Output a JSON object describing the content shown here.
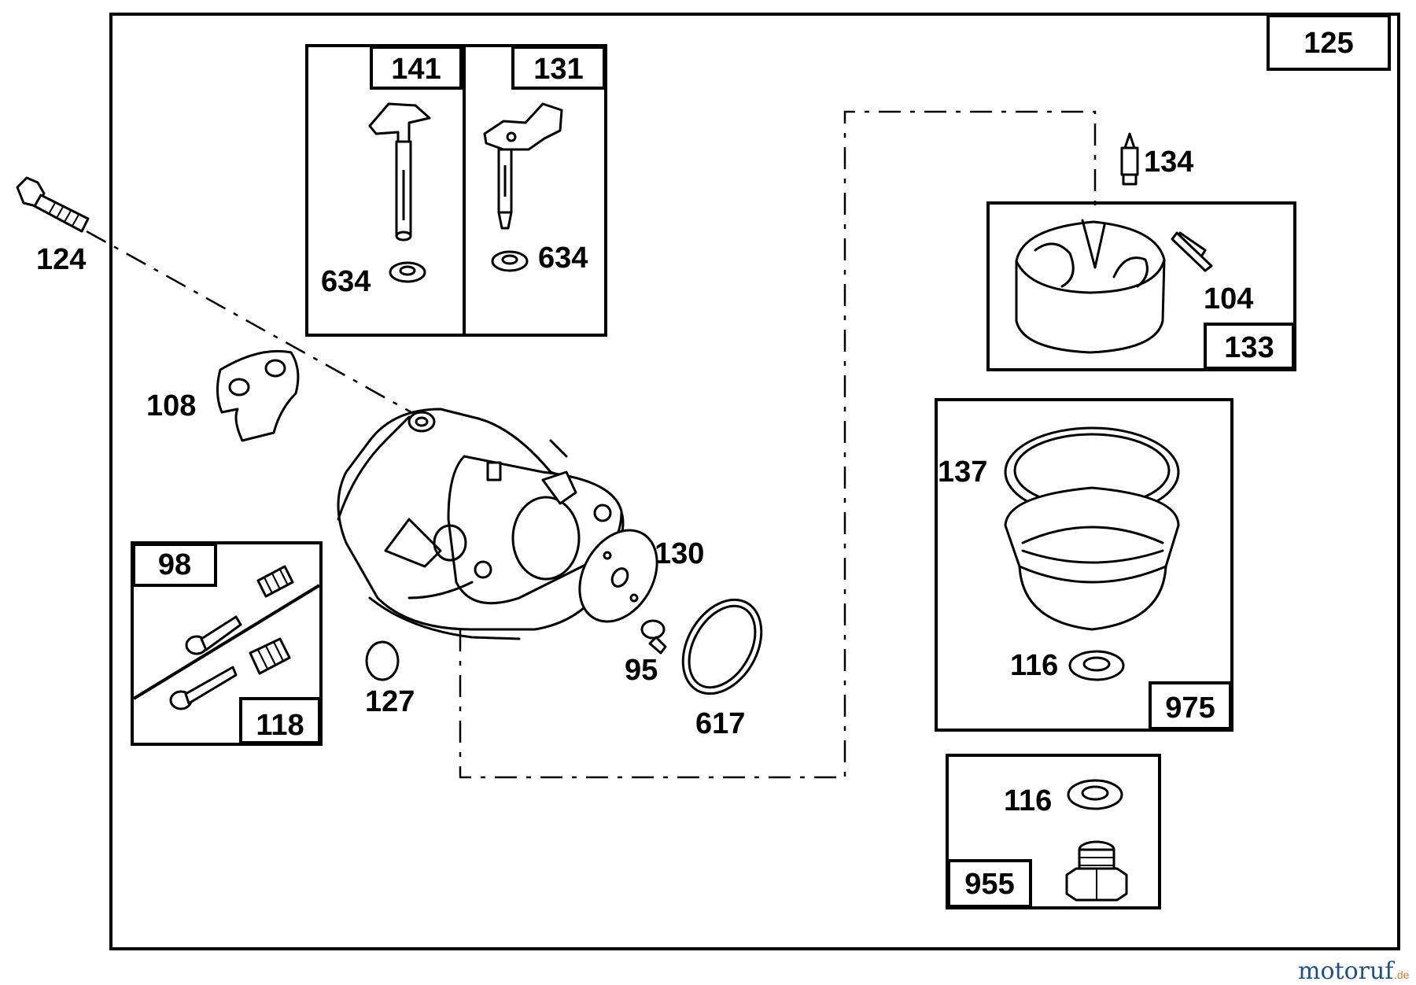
{
  "diagram": {
    "assembly_number": "125",
    "kits": {
      "k141": "141",
      "k131": "131",
      "k133": "133",
      "k975": "975",
      "k955": "955",
      "k98": "98",
      "k118": "118"
    },
    "parts": {
      "p124": "124",
      "p108": "108",
      "p634a": "634",
      "p634b": "634",
      "p134": "134",
      "p104": "104",
      "p137": "137",
      "p116a": "116",
      "p116b": "116",
      "p130": "130",
      "p95": "95",
      "p617": "617",
      "p127": "127"
    }
  },
  "watermark": {
    "brand": "motoruf",
    "tld": ".de",
    "colors": {
      "brand": "#1d4f91",
      "accent": "#e07b2a"
    }
  }
}
